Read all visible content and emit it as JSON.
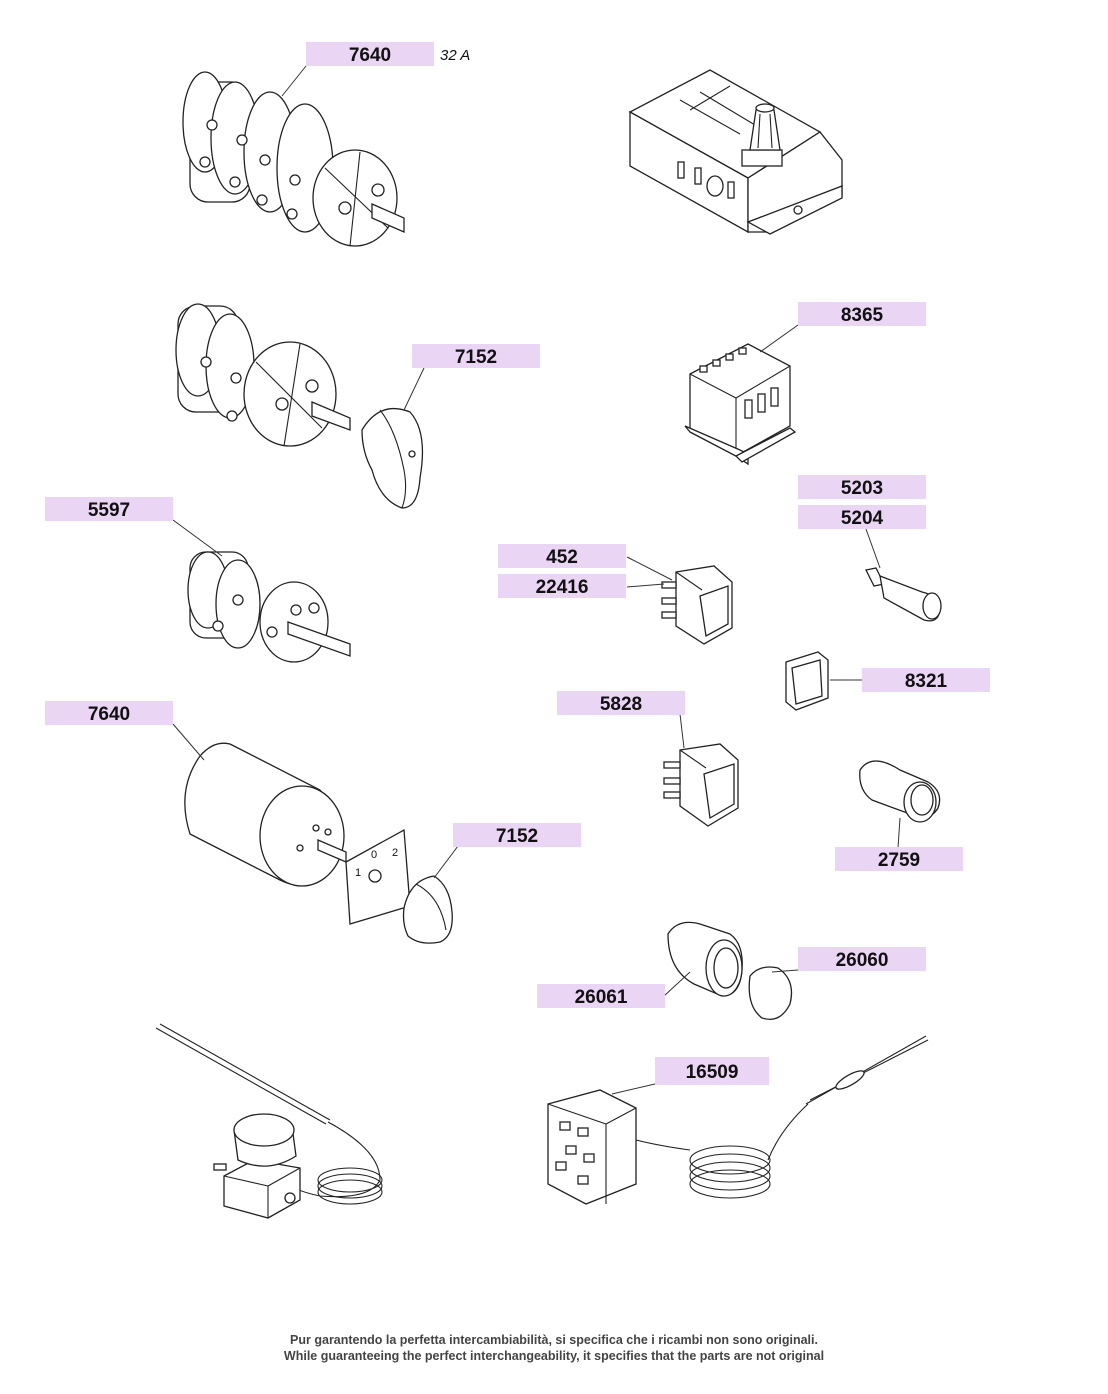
{
  "labels": [
    {
      "code": "7640"
    },
    {
      "code": "7152"
    },
    {
      "code": "8365"
    },
    {
      "code": "5597"
    },
    {
      "code": "5203"
    },
    {
      "code": "5204"
    },
    {
      "code": "452"
    },
    {
      "code": "22416"
    },
    {
      "code": "8321"
    },
    {
      "code": "5828"
    },
    {
      "code": "7640"
    },
    {
      "code": "7152"
    },
    {
      "code": "2759"
    },
    {
      "code": "26060"
    },
    {
      "code": "26061"
    },
    {
      "code": "16509"
    }
  ],
  "rating_note": "32 A",
  "dial_marks": [
    "1",
    "0",
    "2"
  ],
  "footer": {
    "line1": "Pur garantendo la perfetta intercambiabilità, si specifica che i ricambi non sono originali.",
    "line2": "While guaranteeing the perfect interchangeability, it specifies that the parts are not original"
  },
  "colors": {
    "label_fill": "#ead5f5",
    "line": "#222222",
    "footer_text": "#444444"
  }
}
